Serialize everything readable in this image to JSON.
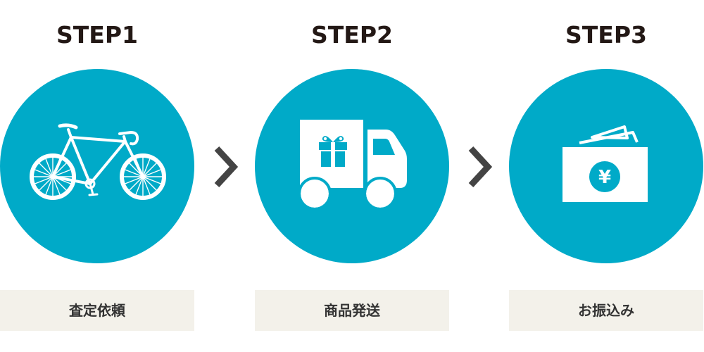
{
  "steps": [
    {
      "title": "STEP1",
      "label": "査定依頼",
      "icon": "bicycle-icon"
    },
    {
      "title": "STEP2",
      "label": "商品発送",
      "icon": "delivery-truck-icon"
    },
    {
      "title": "STEP3",
      "label": "お振込み",
      "icon": "yen-wallet-icon"
    }
  ],
  "wallet": {
    "symbol": "¥"
  },
  "colors": {
    "circle": "#00aac8",
    "label_bg": "#f3f1ea",
    "title_text": "#231815",
    "label_text": "#333333",
    "chevron": "#444444",
    "icon": "#ffffff"
  }
}
